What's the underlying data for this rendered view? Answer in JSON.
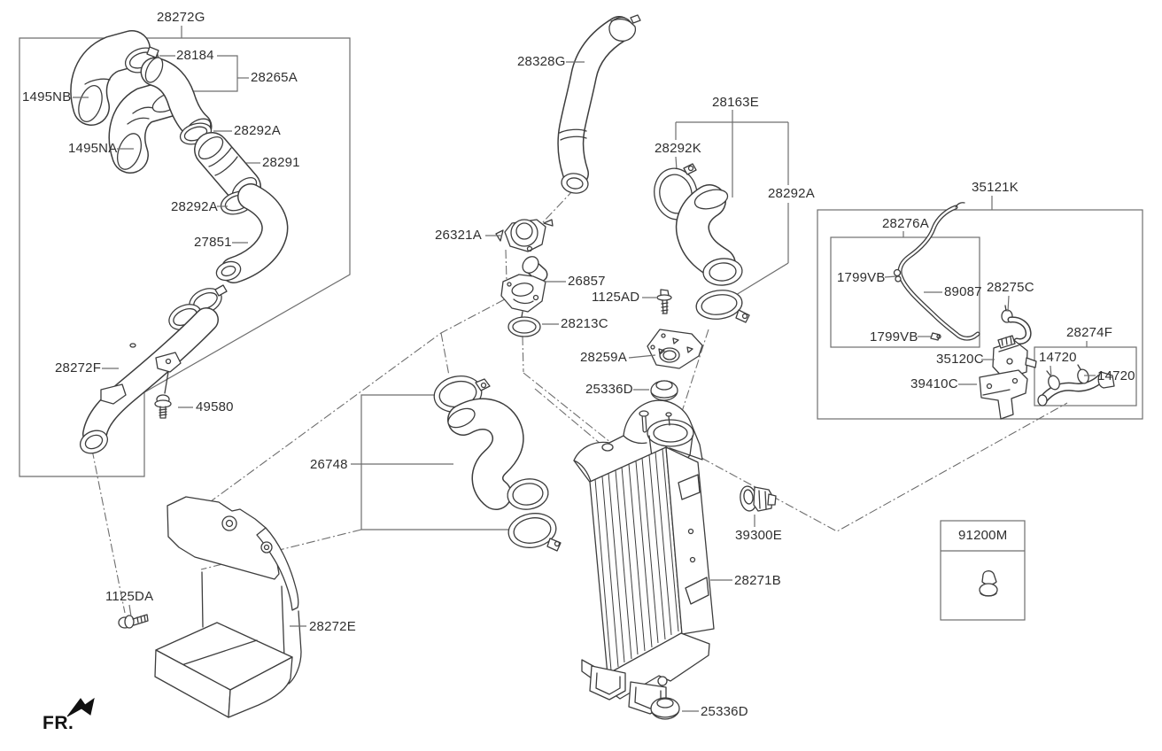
{
  "colors": {
    "background": "#ffffff",
    "part_line": "#3d3d3d",
    "construction_line": "#6e6e6e",
    "label_text": "#2f2f2f"
  },
  "labels": [
    {
      "id": "28272G",
      "text": "28272G"
    },
    {
      "id": "28184",
      "text": "28184"
    },
    {
      "id": "28265A",
      "text": "28265A"
    },
    {
      "id": "1495NB",
      "text": "1495NB"
    },
    {
      "id": "1495NA",
      "text": "1495NA"
    },
    {
      "id": "28292A-1",
      "text": "28292A"
    },
    {
      "id": "28291",
      "text": "28291"
    },
    {
      "id": "28292A-2",
      "text": "28292A"
    },
    {
      "id": "27851",
      "text": "27851"
    },
    {
      "id": "28272F",
      "text": "28272F"
    },
    {
      "id": "49580",
      "text": "49580"
    },
    {
      "id": "28328G",
      "text": "28328G"
    },
    {
      "id": "26321A",
      "text": "26321A"
    },
    {
      "id": "26857",
      "text": "26857"
    },
    {
      "id": "1125AD",
      "text": "1125AD"
    },
    {
      "id": "28213C",
      "text": "28213C"
    },
    {
      "id": "28259A",
      "text": "28259A"
    },
    {
      "id": "25336D-1",
      "text": "25336D"
    },
    {
      "id": "28163E",
      "text": "28163E"
    },
    {
      "id": "28292K",
      "text": "28292K"
    },
    {
      "id": "28292A-3",
      "text": "28292A"
    },
    {
      "id": "35121K",
      "text": "35121K"
    },
    {
      "id": "28276A",
      "text": "28276A"
    },
    {
      "id": "1799VB-1",
      "text": "1799VB"
    },
    {
      "id": "89087",
      "text": "89087"
    },
    {
      "id": "28275C",
      "text": "28275C"
    },
    {
      "id": "1799VB-2",
      "text": "1799VB"
    },
    {
      "id": "35120C",
      "text": "35120C"
    },
    {
      "id": "39410C",
      "text": "39410C"
    },
    {
      "id": "28274F",
      "text": "28274F"
    },
    {
      "id": "14720-1",
      "text": "14720"
    },
    {
      "id": "14720-2",
      "text": "14720"
    },
    {
      "id": "39300E",
      "text": "39300E"
    },
    {
      "id": "28271B",
      "text": "28271B"
    },
    {
      "id": "25336D-2",
      "text": "25336D"
    },
    {
      "id": "1125DA",
      "text": "1125DA"
    },
    {
      "id": "28272E",
      "text": "28272E"
    },
    {
      "id": "91200M",
      "text": "91200M"
    },
    {
      "id": "26748",
      "text": "26748"
    }
  ],
  "fr_marker": {
    "label": "FR."
  }
}
